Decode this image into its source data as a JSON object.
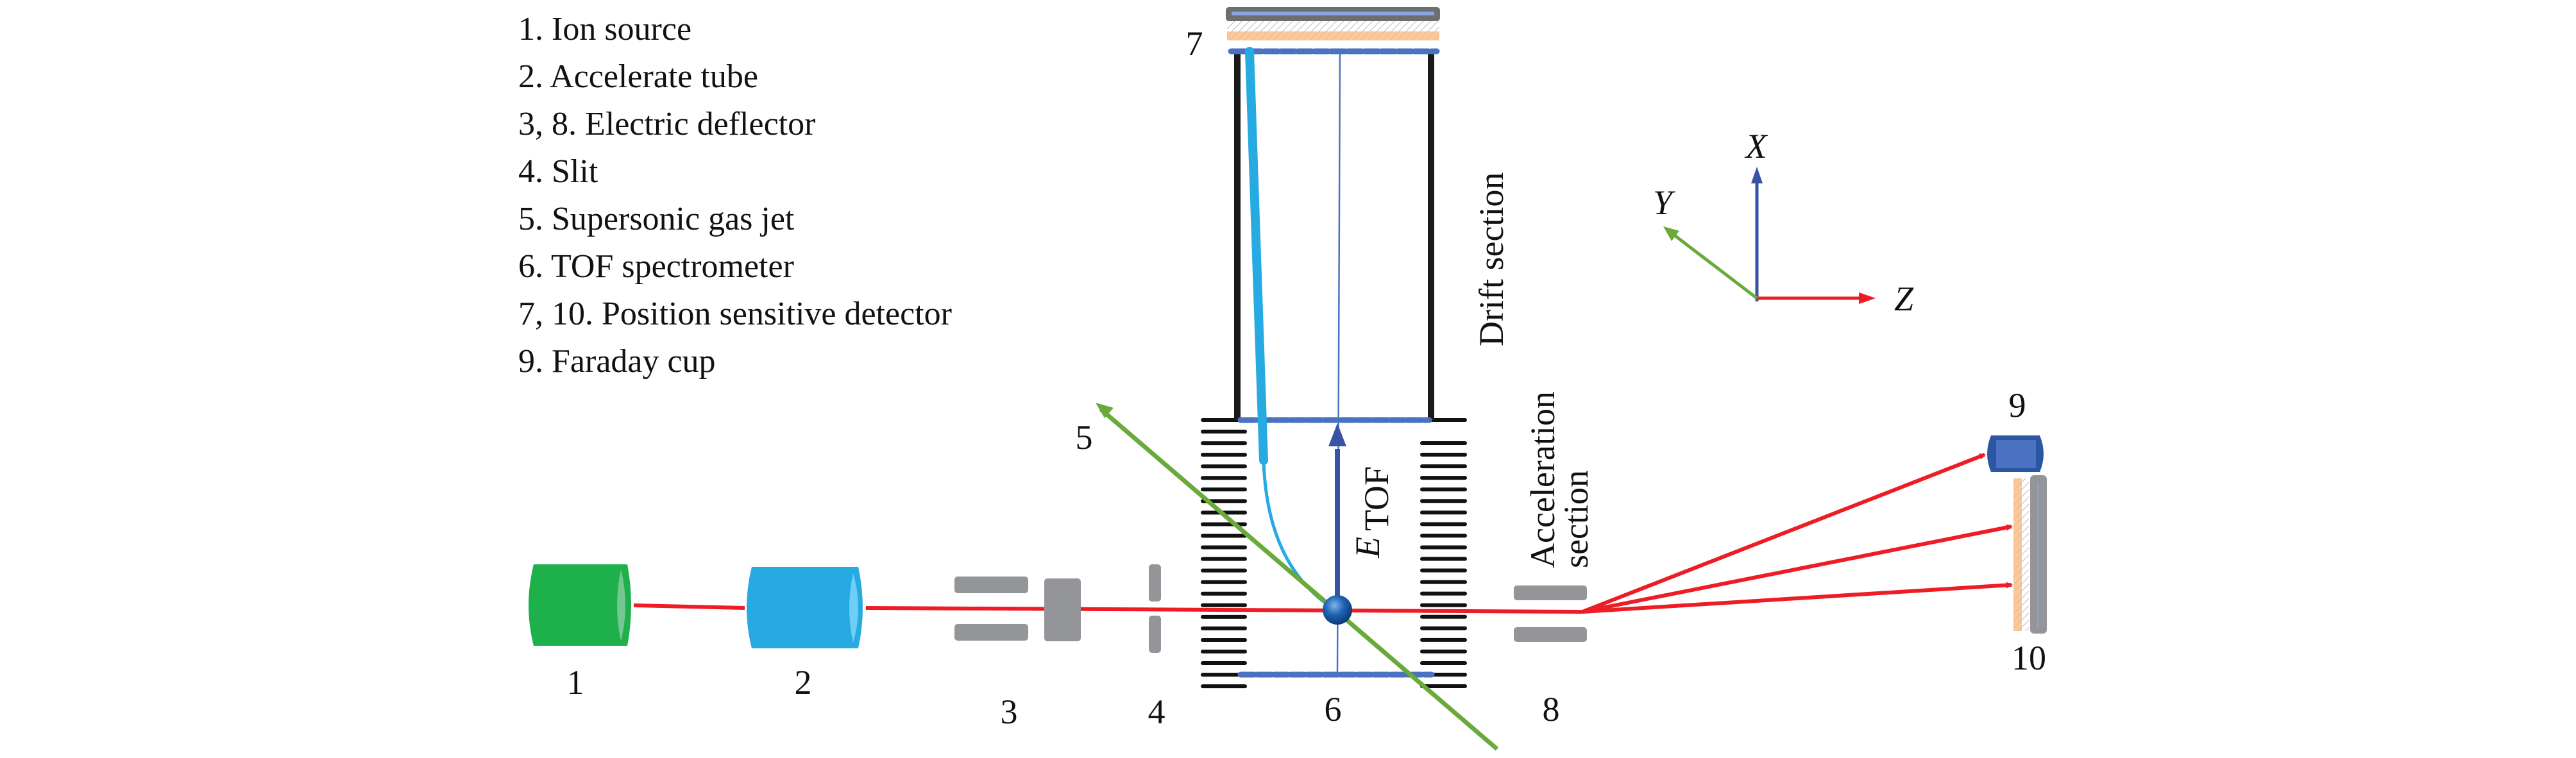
{
  "legend": [
    "1. Ion source",
    "2. Accelerate tube",
    "3, 8. Electric deflector",
    "4.  Slit",
    "5.  Supersonic gas jet",
    "6.  TOF spectrometer",
    "7, 10.  Position sensitive detector",
    "9.  Faraday cup"
  ],
  "component_labels": {
    "ion_source": "1",
    "accelerate_tube": "2",
    "deflector_a": "3",
    "slit": "4",
    "gas_jet": "5",
    "tof": "6",
    "detector_top": "7",
    "deflector_b": "8",
    "faraday_cup": "9",
    "detector_right": "10"
  },
  "section_labels": {
    "drift": "Drift section",
    "acceleration_line1": "Acceleration",
    "acceleration_line2": "section"
  },
  "field_label": {
    "main": "E",
    "sub": "TOF"
  },
  "axes": {
    "x": "X",
    "y": "Y",
    "z": "Z"
  },
  "colors": {
    "beam": "#ee1c25",
    "gas_jet": "#6aaa3a",
    "ion_source": "#1eb04b",
    "accelerate_tube": "#27aae1",
    "electrode": "#939598",
    "field": "#3953a4",
    "grid_dashed": "#4a72c0",
    "recoil": "#27aae1",
    "faraday": "#2b56a3",
    "detector_orange": "#f9c89b"
  }
}
